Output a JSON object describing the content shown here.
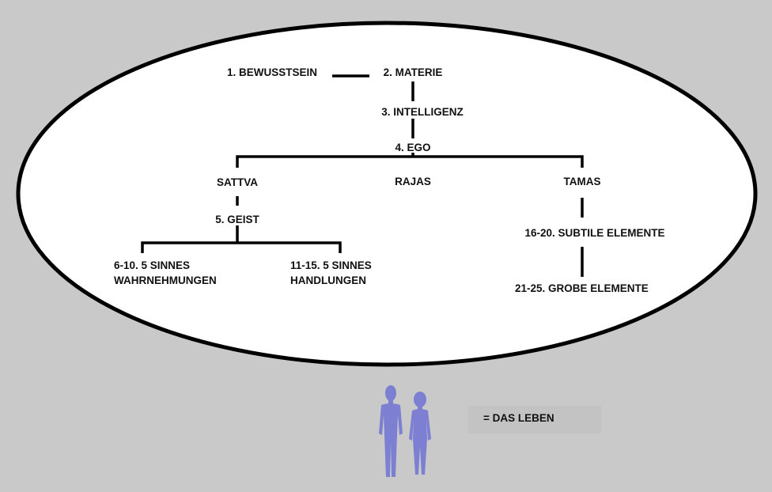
{
  "diagram": {
    "nodes": {
      "bewusstsein": "1. BEWUSSTSEIN",
      "materie": "2. MATERIE",
      "intelligenz": "3. INTELLIGENZ",
      "ego": "4. EGO",
      "sattva": "SATTVA",
      "rajas": "RAJAS",
      "tamas": "TAMAS",
      "geist": "5. GEIST",
      "wahrnehmungen_1": "6-10.  5 SINNES",
      "wahrnehmungen_2": "WAHRNEHMUNGEN",
      "handlungen_1": "11-15. 5 SINNES",
      "handlungen_2": "HANDLUNGEN",
      "subtile": "16-20. SUBTILE ELEMENTE",
      "grobe": "21-25.  GROBE ELEMENTE"
    },
    "legend": "= DAS LEBEN"
  },
  "colors": {
    "background": "#c9c9c9",
    "figure": "#7d80d2",
    "ellipse_fill": "#ffffff",
    "line": "#000000"
  }
}
